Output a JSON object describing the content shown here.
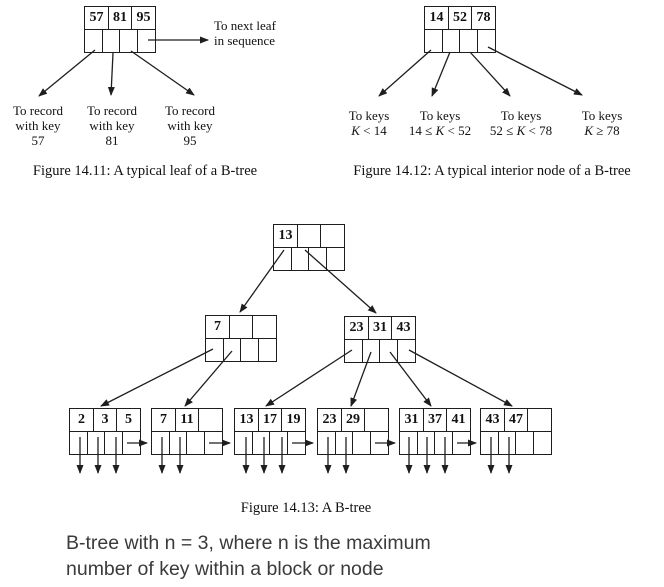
{
  "colors": {
    "ink": "#1e1e1e",
    "annotation_text": "#3b3b3b",
    "background": "#ffffff"
  },
  "figure_leaf": {
    "caption": "Figure 14.11: A typical leaf of a B-tree",
    "node_keys": [
      "57",
      "81",
      "95"
    ],
    "next_leaf_line1": "To next leaf",
    "next_leaf_line2": "in sequence",
    "record_labels": [
      {
        "line1": "To record",
        "line2": "with key",
        "line3": "57"
      },
      {
        "line1": "To record",
        "line2": "with key",
        "line3": "81"
      },
      {
        "line1": "To record",
        "line2": "with key",
        "line3": "95"
      }
    ]
  },
  "figure_interior": {
    "caption": "Figure 14.12: A typical interior node of a B-tree",
    "node_keys": [
      "14",
      "52",
      "78"
    ],
    "key_labels": [
      {
        "line1": "To keys",
        "before": "",
        "var": "K",
        "after": " < 14"
      },
      {
        "line1": "To keys",
        "before": "14 ≤ ",
        "var": "K",
        "after": " < 52"
      },
      {
        "line1": "To keys",
        "before": "52 ≤ ",
        "var": "K",
        "after": " < 78"
      },
      {
        "line1": "To keys",
        "before": "",
        "var": "K",
        "after": " ≥ 78"
      }
    ]
  },
  "figure_btree": {
    "caption": "Figure 14.13: A B-tree",
    "root_keys": [
      "13",
      "",
      ""
    ],
    "internal_nodes": [
      {
        "keys": [
          "7",
          "",
          ""
        ]
      },
      {
        "keys": [
          "23",
          "31",
          "43"
        ]
      }
    ],
    "leaf_nodes": [
      {
        "keys": [
          "2",
          "3",
          "5"
        ]
      },
      {
        "keys": [
          "7",
          "11",
          ""
        ]
      },
      {
        "keys": [
          "13",
          "17",
          "19"
        ]
      },
      {
        "keys": [
          "23",
          "29",
          ""
        ]
      },
      {
        "keys": [
          "31",
          "37",
          "41"
        ]
      },
      {
        "keys": [
          "43",
          "47",
          ""
        ]
      }
    ]
  },
  "annotation": {
    "line1": "B-tree with n = 3, where n is the maximum",
    "line2": "number of key within a block or node"
  }
}
